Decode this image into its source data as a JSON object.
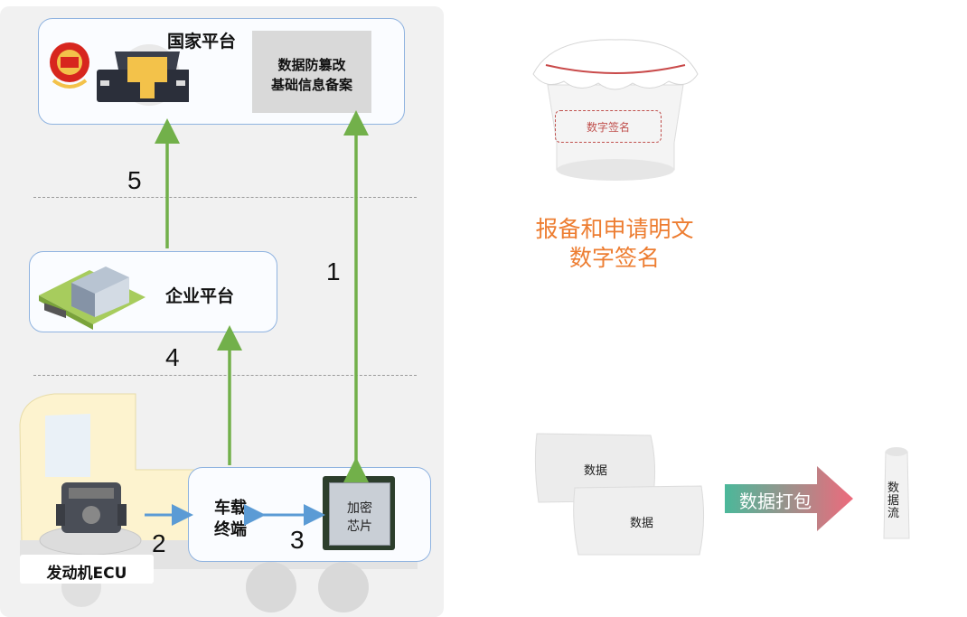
{
  "national_platform": {
    "title": "国家平台",
    "record_box": {
      "line1": "数据防篡改",
      "line2": "基础信息备案"
    }
  },
  "enterprise_platform": {
    "title": "企业平台"
  },
  "vehicle_terminal": {
    "line1": "车载",
    "line2": "终端"
  },
  "encryption_chip": {
    "line1": "加密",
    "line2": "芯片"
  },
  "engine_ecu": {
    "title": "发动机ECU"
  },
  "steps": {
    "one": "1",
    "two": "2",
    "three": "3",
    "four": "4",
    "five": "5"
  },
  "jar": {
    "label": "数字签名",
    "caption_line1": "报备和申请明文",
    "caption_line2": "数字签名"
  },
  "packing": {
    "data1": "数据",
    "data2": "数据",
    "arrow_label": "数据打包",
    "stream": "数据流"
  },
  "colors": {
    "green": "#72b04a",
    "blue": "#5b9bd5",
    "orange": "#ed7d31",
    "red_dashed": "#c0504d"
  }
}
